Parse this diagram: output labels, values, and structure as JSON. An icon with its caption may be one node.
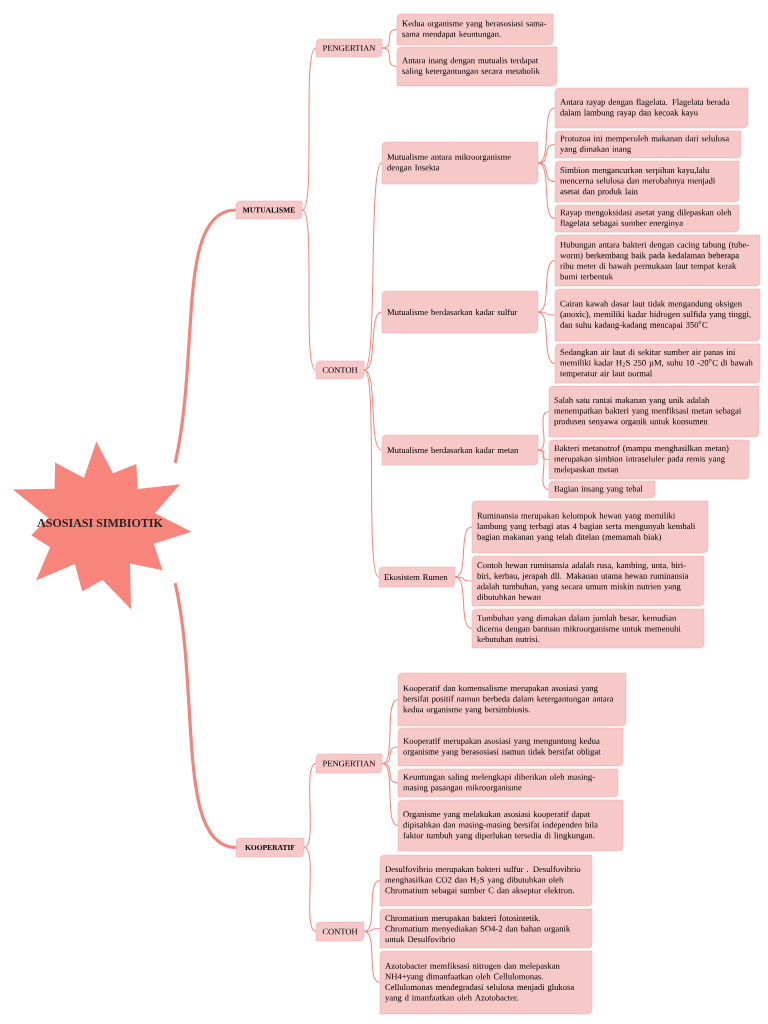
{
  "diagram": {
    "nodes": [
      {
        "text": [
          "ASOSIASI SIMBIOTIK"
        ]
      },
      {
        "text": [
          "MUTUALISME"
        ]
      },
      {
        "text": [
          "PENGERTIAN"
        ]
      },
      {
        "text": [
          "Kedua organisme yang berasosiasi sama-sama mendapat keuntungan."
        ]
      },
      {
        "text": [
          "Antara inang dengan mutualis terdapat saling ketergantungan secara metabolik"
        ]
      },
      {
        "text": [
          "CONTOH"
        ]
      },
      {
        "text": [
          "Mutualisme antara mikroorganisme dengan Insekta"
        ]
      },
      {
        "text": [
          "Antara rayap dengan flagelata. Flagelata berada dalam lambung rayap dan kecoak kayu"
        ]
      },
      {
        "text": [
          "Protozoa ini memperoleh makanan dari selulosa yang dimakan inang"
        ]
      },
      {
        "text": [
          "Simbion mengancurkan serpihan kayu,lalu mencerna selulosa dan merobahnya menjadi asetat dan produk lain"
        ]
      },
      {
        "text": [
          "Rayap mengoksidasi asetat yang dilepaskan oleh flagelata sebagai sumber energinya"
        ]
      },
      {
        "text": [
          "Mutualisme berdasarkan kadar sulfur"
        ]
      },
      {
        "text": [
          "Hubungan antara bakteri dengan cacing tabung (tube-worm) berkembang baik pada kedalaman beberapa ribu meter di bawah permukaan laut tempat kerak bumi terbentuk"
        ]
      },
      {
        "text": [
          "Cairan kawah dasar laut tidak mengandung oksigen (anoxic), memiliki kadar hidrogen sulfida yang tinggi, dan suhu kadang-kadang mencapai 350$^{o}$C"
        ]
      },
      {
        "text": [
          "Sedangkan air laut di sekitar sumber air panas ini memiliki kadar H$_{2}$S 250 µM, suhu 10 -20$^{o}$C di bawah temperatur air laut normal"
        ]
      },
      {
        "text": [
          "Mutualisme berdasarkan kadar metan"
        ]
      },
      {
        "text": [
          "Salah satu rantai makanan yang unik adalah menempatkan bakteri yang menfiksasi metan sebagai produsen senyawa organik untuk konsumen"
        ]
      },
      {
        "text": [
          "Bakteri metanotrof (mampu menghasilkan metan) merupakan simbion intraseluler pada remis yang melepaskan metan"
        ]
      },
      {
        "text": [
          "Bagian insang yang tebal"
        ]
      },
      {
        "text": [
          "Ekosistem Rumen"
        ]
      },
      {
        "text": [
          "Ruminansia merupakan kelompok hewan yang memiliki lambung yang terbagi atas 4 bagian serta mengunyah kembali bagian makanan yang telah ditelan (memamah biak)"
        ]
      },
      {
        "text": [
          "Contoh hewan ruminansia adalah rusa, kambing, unta, biri-biri, kerbau, jerapah dll. Makanan utama hewan ruminansia adalah tumbuhan, yang secara umum miskin nutrien yang dibutuhkan hewan"
        ]
      },
      {
        "text": [
          "Tumbuhan yang dimakan dalam jumlah besar, kemudian dicerna dengan bantuan mikroorganisme untuk memenuhi kebutuhan nutrisi."
        ]
      },
      {
        "text": [
          "KOOPERATIF"
        ]
      },
      {
        "text": [
          "PENGERTIAN"
        ]
      },
      {
        "text": [
          "Kooperatif dan komensalisme merupakan asosiasi yang bersifat positif namun berbeda dalam ketergantungan antara kedua organisme yang bersimbiosis."
        ]
      },
      {
        "text": [
          "Kooperatif merupakan asosiasi yang menguntung kedua organisme yang berasosiasi namun tidak bersifat obligat"
        ]
      },
      {
        "text": [
          "Keuntungan saling melengkapi diberikan oleh masing-masing pasangan mikroorganisme"
        ]
      },
      {
        "text": [
          "Organisme yang melakukan asosiasi kooperatif dapat dipisahkan dan masing-masing bersifat independen bila faktor tumbuh yang diperlukan tersedia di lingkungan."
        ]
      },
      {
        "text": [
          "CONTOH"
        ]
      },
      {
        "text": [
          "Desulfovibrio merupakan bakteri sulfur . Desulfovibrio menghasilkan CO2 dan H$_{2}$S yang dibutuhkan oleh Chromatium sebagai sumber C dan akseptor elektron."
        ]
      },
      {
        "text": [
          "Chromatium merupakan bakteri fotosintetik. Chromatium menyediakan SO4-2 dan bahan organik untuk Desulfovibrio"
        ]
      },
      {
        "text": [
          "Azotobacter memfiksasi nitrogen dan melepaskan NH4+yang dimanfaatkan oleh Cellulomonas. Cellulomonas mendegradasi selulosa menjadi glukosa yang d imanfaatkan oleh Azotobacter."
        ]
      }
    ],
    "edges": [
      {
        "from": 0,
        "to": 1,
        "arrow": "none",
        "style": "thick"
      },
      {
        "from": 1,
        "to": 2,
        "arrow": "none"
      },
      {
        "from": 2,
        "to": 3,
        "arrow": "none"
      },
      {
        "from": 2,
        "to": 4,
        "arrow": "none"
      },
      {
        "from": 1,
        "to": 5,
        "arrow": "none"
      },
      {
        "from": 5,
        "to": 6,
        "arrow": "none"
      },
      {
        "from": 6,
        "to": 7,
        "arrow": "none"
      },
      {
        "from": 6,
        "to": 8,
        "arrow": "none"
      },
      {
        "from": 6,
        "to": 9,
        "arrow": "none"
      },
      {
        "from": 6,
        "to": 10,
        "arrow": "none"
      },
      {
        "from": 5,
        "to": 11,
        "arrow": "none"
      },
      {
        "from": 11,
        "to": 12,
        "arrow": "none"
      },
      {
        "from": 11,
        "to": 13,
        "arrow": "none"
      },
      {
        "from": 11,
        "to": 14,
        "arrow": "none"
      },
      {
        "from": 5,
        "to": 15,
        "arrow": "none"
      },
      {
        "from": 15,
        "to": 16,
        "arrow": "none"
      },
      {
        "from": 15,
        "to": 17,
        "arrow": "none"
      },
      {
        "from": 15,
        "to": 18,
        "arrow": "none"
      },
      {
        "from": 5,
        "to": 19,
        "arrow": "none"
      },
      {
        "from": 19,
        "to": 20,
        "arrow": "none"
      },
      {
        "from": 19,
        "to": 21,
        "arrow": "none"
      },
      {
        "from": 19,
        "to": 22,
        "arrow": "none"
      },
      {
        "from": 0,
        "to": 23,
        "arrow": "none",
        "style": "thick"
      },
      {
        "from": 23,
        "to": 24,
        "arrow": "none"
      },
      {
        "from": 24,
        "to": 25,
        "arrow": "none"
      },
      {
        "from": 24,
        "to": 26,
        "arrow": "none"
      },
      {
        "from": 24,
        "to": 27,
        "arrow": "none"
      },
      {
        "from": 24,
        "to": 28,
        "arrow": "none"
      },
      {
        "from": 23,
        "to": 29,
        "arrow": "none"
      },
      {
        "from": 29,
        "to": 30,
        "arrow": "none"
      },
      {
        "from": 29,
        "to": 31,
        "arrow": "none"
      },
      {
        "from": 29,
        "to": 32,
        "arrow": "none"
      }
    ]
  }
}
